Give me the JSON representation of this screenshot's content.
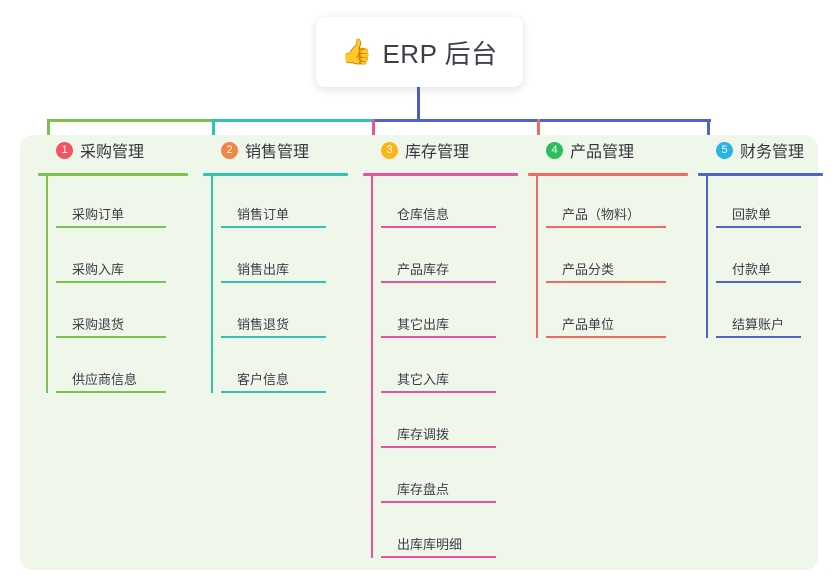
{
  "root": {
    "icon": "thumbs-up-icon",
    "icon_glyph": "👍",
    "title": "ERP 后台"
  },
  "theme": {
    "panel_bg": "#eef7e9",
    "card_bg": "#ffffff",
    "text": "#34383f",
    "root_stem": "#4d5bbf"
  },
  "columns": [
    {
      "number": "1",
      "label": "采购管理",
      "badge_color": "#f5535f",
      "line_color": "#7ac34e",
      "items": [
        {
          "label": "采购订单"
        },
        {
          "label": "采购入库"
        },
        {
          "label": "采购退货"
        },
        {
          "label": "供应商信息"
        }
      ]
    },
    {
      "number": "2",
      "label": "销售管理",
      "badge_color": "#f58442",
      "line_color": "#2fc3b4",
      "items": [
        {
          "label": "销售订单"
        },
        {
          "label": "销售出库"
        },
        {
          "label": "销售退货"
        },
        {
          "label": "客户信息"
        }
      ]
    },
    {
      "number": "3",
      "label": "库存管理",
      "badge_color": "#fbb518",
      "line_color": "#e8539f",
      "items": [
        {
          "label": "仓库信息"
        },
        {
          "label": "产品库存"
        },
        {
          "label": "其它出库"
        },
        {
          "label": "其它入库"
        },
        {
          "label": "库存调拨"
        },
        {
          "label": "库存盘点"
        },
        {
          "label": "出库库明细"
        }
      ]
    },
    {
      "number": "4",
      "label": "产品管理",
      "badge_color": "#2ebd5e",
      "line_color": "#f26a5e",
      "items": [
        {
          "label": "产品（物料）"
        },
        {
          "label": "产品分类"
        },
        {
          "label": "产品单位"
        }
      ]
    },
    {
      "number": "5",
      "label": "财务管理",
      "badge_color": "#29b4e8",
      "line_color": "#4d64c8",
      "items": [
        {
          "label": "回款单"
        },
        {
          "label": "付款单"
        },
        {
          "label": "结算账户"
        }
      ]
    }
  ]
}
